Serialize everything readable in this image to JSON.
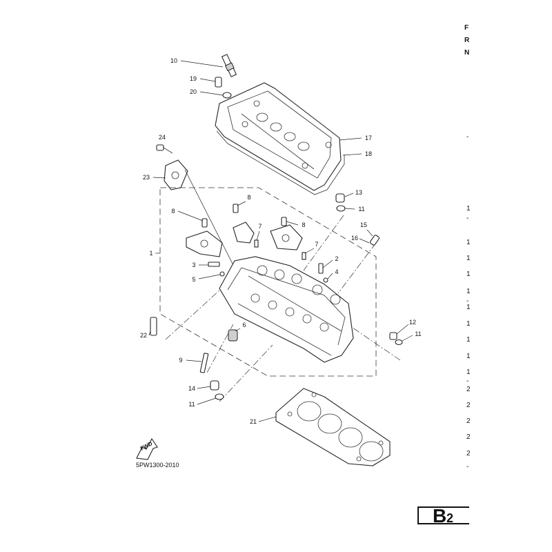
{
  "figure_code": "5PW1300-2010",
  "page_label": {
    "letter": "B",
    "number": "2"
  },
  "fwd_label": "FWD",
  "callouts": [
    "10",
    "19",
    "20",
    "17",
    "18",
    "24",
    "23",
    "13",
    "11",
    "8",
    "8",
    "8",
    "7",
    "7",
    "1",
    "15",
    "16",
    "3",
    "5",
    "2",
    "4",
    "12",
    "11",
    "6",
    "22",
    "9",
    "14",
    "11",
    "21"
  ],
  "right_margin": {
    "header": [
      "F",
      "R",
      "N"
    ],
    "column": [
      "1",
      "1",
      "1",
      "1",
      "1",
      "1",
      "1",
      "1",
      "1",
      "1",
      "2",
      "2",
      "2",
      "2",
      "2"
    ],
    "dashes": [
      "-",
      "-",
      "-",
      "-",
      "-",
      "-"
    ]
  }
}
